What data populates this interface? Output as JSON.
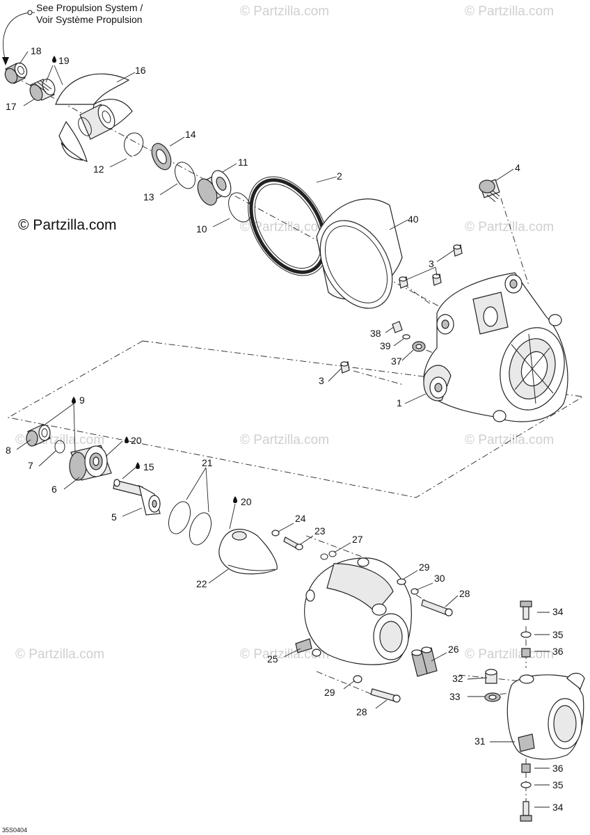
{
  "note": {
    "line1": "See Propulsion System /",
    "line2": "Voir Système Propulsion"
  },
  "brand": "© Partzilla.com",
  "watermark": "© Partzilla.com",
  "diagram_code": "35S0404",
  "callouts": {
    "c1": "1",
    "c2": "2",
    "c3a": "3",
    "c3b": "3",
    "c4": "4",
    "c5": "5",
    "c6": "6",
    "c7": "7",
    "c8": "8",
    "c9": "9",
    "c10": "10",
    "c11": "11",
    "c12": "12",
    "c13": "13",
    "c14": "14",
    "c15": "15",
    "c16": "16",
    "c17": "17",
    "c18": "18",
    "c19": "19",
    "c20a": "20",
    "c20b": "20",
    "c21": "21",
    "c22": "22",
    "c23": "23",
    "c24": "24",
    "c25": "25",
    "c26": "26",
    "c27": "27",
    "c28a": "28",
    "c28b": "28",
    "c29a": "29",
    "c29b": "29",
    "c30": "30",
    "c31": "31",
    "c32": "32",
    "c33": "33",
    "c34a": "34",
    "c34b": "34",
    "c35a": "35",
    "c35b": "35",
    "c36a": "36",
    "c36b": "36",
    "c37": "37",
    "c38": "38",
    "c39": "39",
    "c40": "40"
  },
  "lubricant_icon": "oil-drop-icon"
}
